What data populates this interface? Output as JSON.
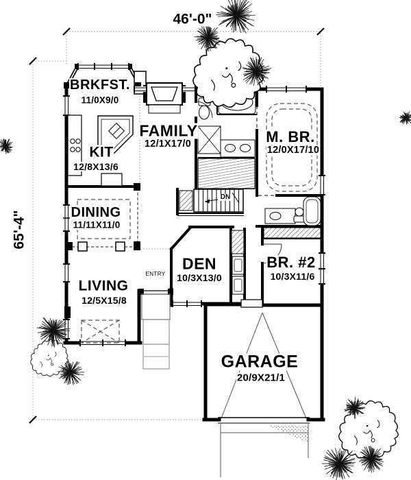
{
  "drawing": {
    "background": "#ffffff",
    "line_color": "#000000"
  },
  "dimensions": {
    "overall_width": "46'-0\"",
    "overall_depth": "65'-4\""
  },
  "rooms": {
    "brkfst": {
      "label": "BRKFST.",
      "size": "11/0X9/0"
    },
    "kit": {
      "label": "KIT",
      "size": "12/8X13/6"
    },
    "family": {
      "label": "FAMILY",
      "size": "12/1X17/0"
    },
    "master": {
      "label": "M. BR.",
      "size": "12/0X17/10"
    },
    "dining": {
      "label": "DINING",
      "size": "11/11X11/0"
    },
    "living": {
      "label": "LIVING",
      "size": "12/5X15/8"
    },
    "den": {
      "label": "DEN",
      "size": "10/3X13/0"
    },
    "bedroom2": {
      "label": "BR. #2",
      "size": "10/3X11/6"
    },
    "garage": {
      "label": "GARAGE",
      "size": "20/9X21/1"
    }
  },
  "annotations": {
    "entry": "ENTRY",
    "stair_direction": "DN"
  }
}
